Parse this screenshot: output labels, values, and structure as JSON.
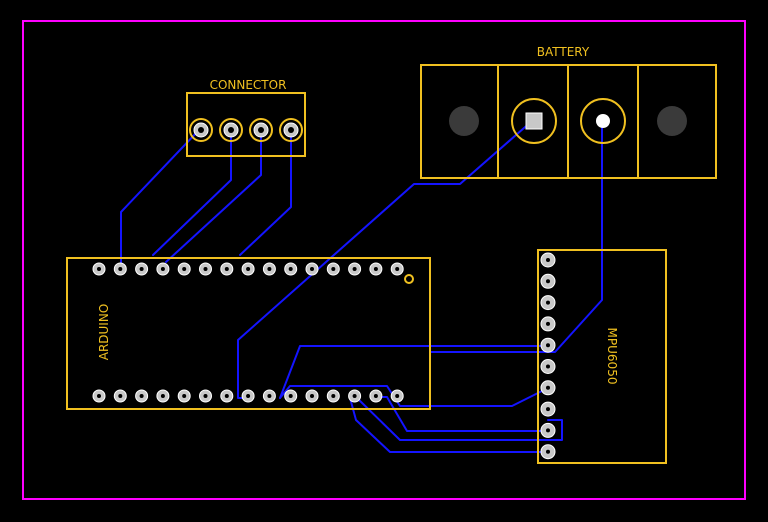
{
  "colors": {
    "background": "#000000",
    "board_outline": "#ff00ff",
    "silkscreen": "#f0c020",
    "trace": "#1414ff",
    "pad_ring": "#f0c020",
    "pad_center": "#c8c8c8",
    "mount_hole": "#3a3a3a"
  },
  "labels": {
    "connector": "CONNECTOR",
    "battery": "BATTERY",
    "arduino": "ARDUINO",
    "mpu": "MPU6050"
  },
  "components": {
    "connector": {
      "pins": 4
    },
    "arduino": {
      "pins_per_row": 15,
      "rows": 2
    },
    "mpu6050": {
      "pins": 10
    },
    "battery": {
      "terminals": 2,
      "mount_holes": 2
    }
  }
}
